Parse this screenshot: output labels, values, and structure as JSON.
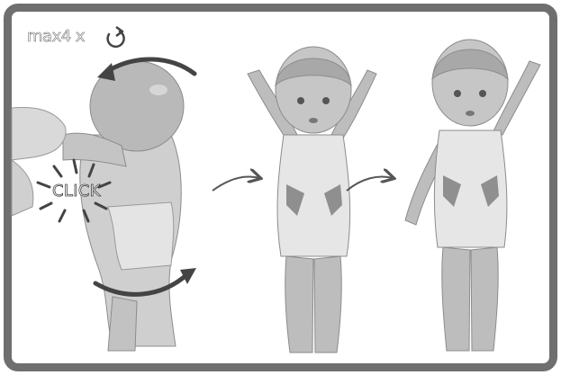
{
  "instruction": {
    "caption": "max4 x",
    "click_label": "CLICK"
  },
  "icons": {
    "rotate": "counterclockwise-rotate-icon",
    "sequence_arrow": "thin-right-arrow-icon",
    "rotation_arrow": "curved-arrow-icon"
  },
  "colors": {
    "frame": "#6f6f6f",
    "background": "#ffffff",
    "arrow": "#555555",
    "figure_fill": "#bdbdbd",
    "figure_shade": "#9a9a9a"
  },
  "steps": [
    "rotate-arm-step",
    "arms-raised-step",
    "one-arm-lowered-step"
  ]
}
